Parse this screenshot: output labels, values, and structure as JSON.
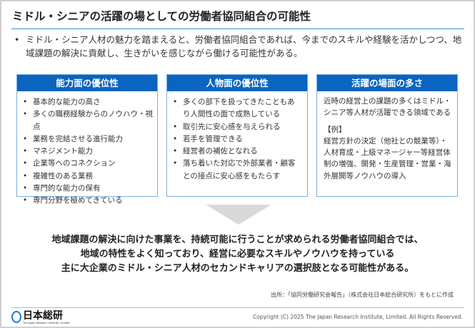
{
  "title": "ミドル・シニアの活躍の場としての労働者協同組合の可能性",
  "intro": {
    "bullet": "•",
    "text": "ミドル・シニア人材の魅力を踏まえると、労働者協同組合であれば、今までのスキルや経験を活かしつつ、地域課題の解決に貢献し、生きがいを感じながら働ける可能性がある。"
  },
  "boxes": [
    {
      "header": "能力面の優位性",
      "items": [
        "基本的な能力の高さ",
        "多くの職務経験からのノウハウ・視点",
        "業務を完結させる進行能力",
        "マネジメント能力",
        "企業等へのコネクション",
        "複雑性のある業務",
        "専門的な能力の保有",
        "専門分野を極めてきている"
      ]
    },
    {
      "header": "人物面の優位性",
      "items": [
        "多くの部下を扱ってきたこともあり人間性の面で成熟している",
        "取引先に安心感を与えられる",
        "若手を管理できる",
        "経営者の補佐となれる",
        "落ち着いた対応で外部業者・顧客との接点に安心感をもたらす"
      ]
    },
    {
      "header": "活躍の場面の多さ",
      "text": "近時の経営上の課題の多くはミドル・シニア等人材が活躍できる領域である",
      "example_label": "【例】",
      "example": "経営方針の決定（他社との競業等）・人材育成・上級マネージャー等経営体制の増強、開発・生産管理・営業・海外展開等ノウハウの導入"
    }
  ],
  "conclusion": [
    "地域課題の解決に向けた事業を、持続可能に行うことが求められる労働者協同組合では、",
    "地域の特性をよく知っており、経営に必要なスキルやノウハウを持っている",
    "主に大企業のミドル・シニア人材のセカンドキャリアの選択肢となる可能性がある。"
  ],
  "source": "出所：「協同労働研究会報告」（株式会社日本総合研究所）をもとに作成",
  "footer": {
    "logo_name": "日本総研",
    "logo_sub": "The Japan Research Institute, Limited",
    "copyright": "Copyright (C) 2025 The Japan Research Institute, Limited. All Rights Reserved."
  },
  "colors": {
    "accent": "#0a64c0",
    "rule": "#3a8fe0",
    "arrow": "#d9d9d9"
  }
}
